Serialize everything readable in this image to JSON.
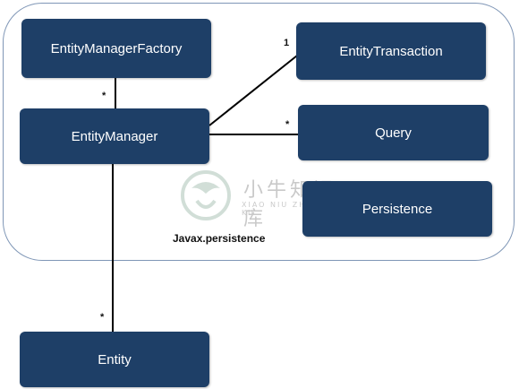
{
  "nodes": {
    "emf": "EntityManagerFactory",
    "em": "EntityManager",
    "et": "EntityTransaction",
    "query": "Query",
    "persistence": "Persistence",
    "entity": "Entity"
  },
  "multiplicities": {
    "emf_em": "*",
    "em_et": "1",
    "em_query": "*",
    "em_entity": "*"
  },
  "package_label": "Javax.persistence",
  "watermark": {
    "text_cn": "小牛知识库",
    "text_en": "XIAO NIU ZHI SHI KU",
    "icon": "bull-logo-icon"
  },
  "colors": {
    "box_fill": "#1e3f67",
    "box_text": "#ffffff",
    "frame_border": "#7f96b6",
    "connector": "#000000"
  }
}
